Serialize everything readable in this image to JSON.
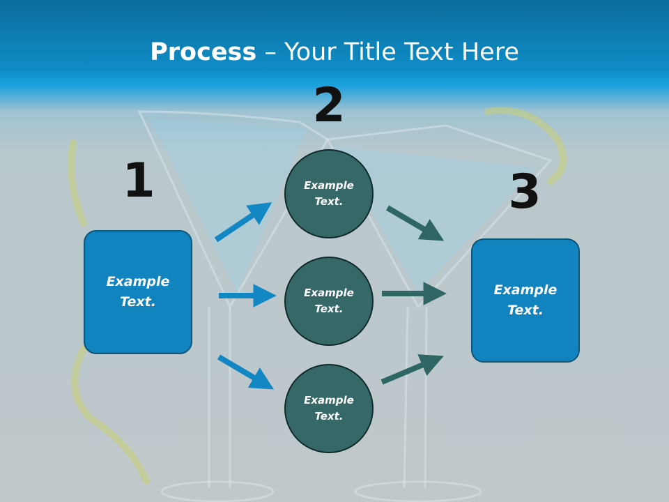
{
  "title": {
    "bold": "Process",
    "rest": " – Your Title Text Here"
  },
  "steps": [
    {
      "number": "1",
      "label": "Example\nText."
    },
    {
      "number": "2",
      "circles": [
        "Example\nText.",
        "Example\nText.",
        "Example\nText."
      ]
    },
    {
      "number": "3",
      "label": "Example\nText."
    }
  ],
  "colors": {
    "blue_box": "#1183bf",
    "teal_circle": "#356866",
    "blue_arrow": "#1287c3",
    "teal_arrow": "#2f6563"
  }
}
